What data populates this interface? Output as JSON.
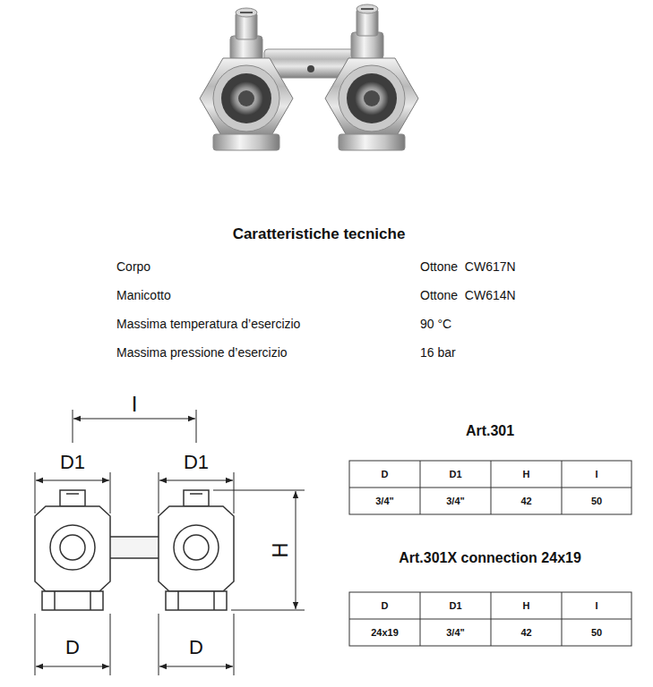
{
  "diagram": {
    "title": "Caratteristiche tecniche",
    "labels": [
      "Corpo",
      "Ottone  CW617N",
      "Manicotto",
      "Ottone  CW614N",
      "Massima temperatura d’esercizio",
      "90 °C",
      "Massima pressione d’esercizio",
      "16 bar",
      "I",
      "D1",
      "D1",
      "H",
      "D",
      "D",
      "Art.301",
      "D",
      "D1",
      "H",
      "I",
      "3/4\"",
      "3/4\"",
      "42",
      "50",
      "Art.301X connection 24x19",
      "D",
      "D1",
      "H",
      "I",
      "24x19",
      "3/4\"",
      "42",
      "50"
    ]
  }
}
